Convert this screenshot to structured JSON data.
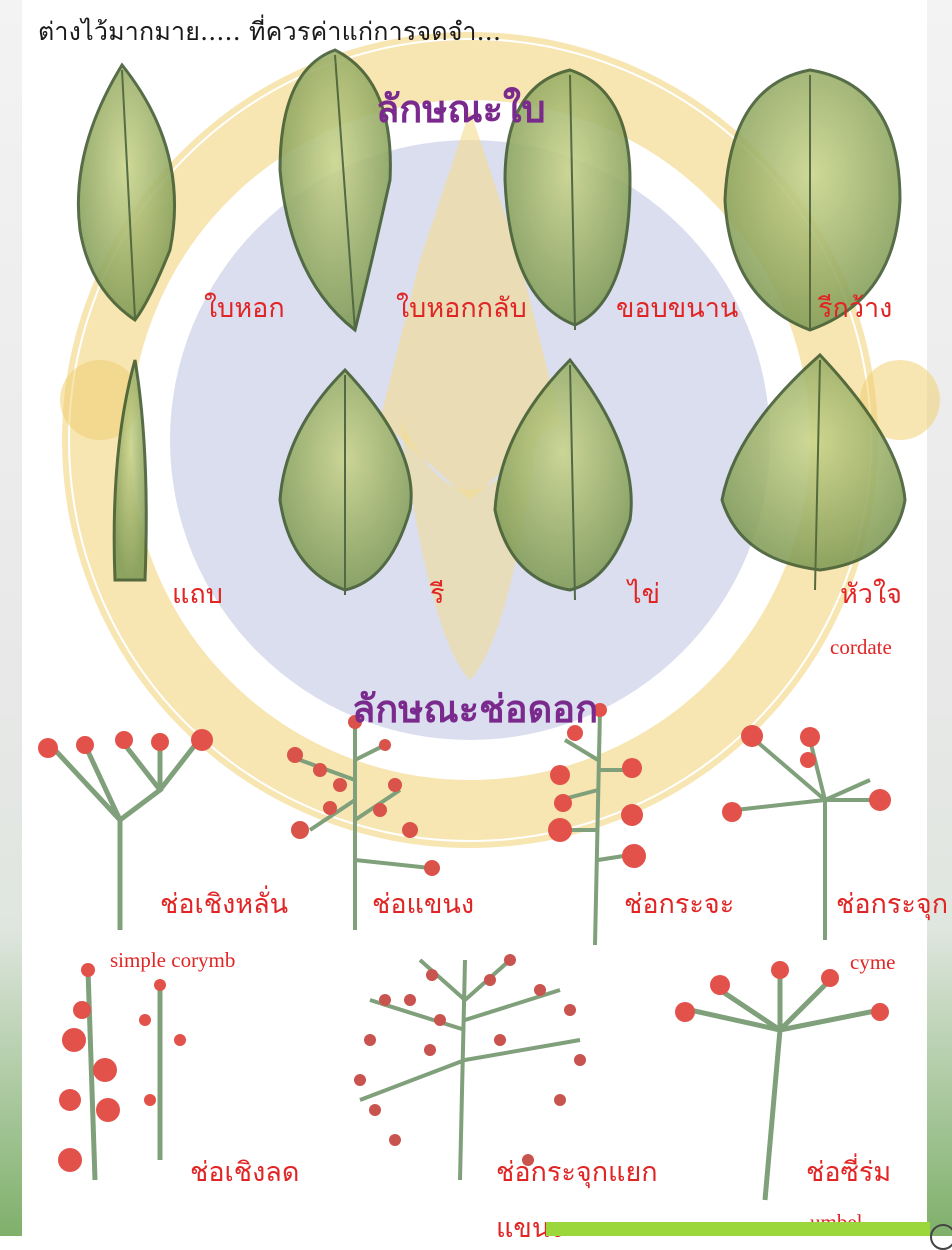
{
  "intro_text": "ต่างไว้มากมาย..... ที่ควรค่าแก่การจดจำ...",
  "sections": {
    "leaf_title": "ลักษณะใบ",
    "inflorescence_title": "ลักษณะช่อดอก"
  },
  "leaf_labels": [
    {
      "name": "leaf-label-ovate-pointed",
      "text": "ใบหอก"
    },
    {
      "name": "leaf-label-oblanceolate",
      "text": "ใบหอกกลับ"
    },
    {
      "name": "leaf-label-oblong",
      "text": "ขอบขนาน"
    },
    {
      "name": "leaf-label-elliptic",
      "text": "รีกว้าง"
    },
    {
      "name": "leaf-label-linear",
      "text": "แถบ"
    },
    {
      "name": "leaf-label-oval",
      "text": "รี"
    },
    {
      "name": "leaf-label-ovate",
      "text": "ไข่"
    },
    {
      "name": "leaf-label-cordate",
      "text": "หัวใจ"
    }
  ],
  "leaf_sublabels": {
    "cordate": "cordate"
  },
  "inflorescence_labels": [
    {
      "name": "infl-label-corymb",
      "text": "ช่อเชิงหลั่น"
    },
    {
      "name": "infl-label-panicle",
      "text": "ช่อแขนง"
    },
    {
      "name": "infl-label-raceme",
      "text": "ช่อกระจะ"
    },
    {
      "name": "infl-label-cyme",
      "text": "ช่อกระจุก"
    },
    {
      "name": "infl-label-spike",
      "text": "ช่อเชิงลด"
    },
    {
      "name": "infl-label-compound-cyme",
      "text": "ช่อกระจุกแยก"
    },
    {
      "name": "infl-label-umbel",
      "text": "ช่อซี่ร่ม"
    }
  ],
  "inflorescence_sublabels": {
    "corymb": "simple corymb",
    "cyme": "cyme",
    "compound_cyme_cont": "แขนง",
    "umbel": "umbel"
  },
  "colors": {
    "title": "#7a2a8c",
    "label": "#e12424",
    "leaf_fill": "#9bb06a",
    "flower": "#e2524a",
    "stem": "#7fa07a",
    "watermark": "#e9c25c",
    "watermark_center": "#c8cce6"
  }
}
